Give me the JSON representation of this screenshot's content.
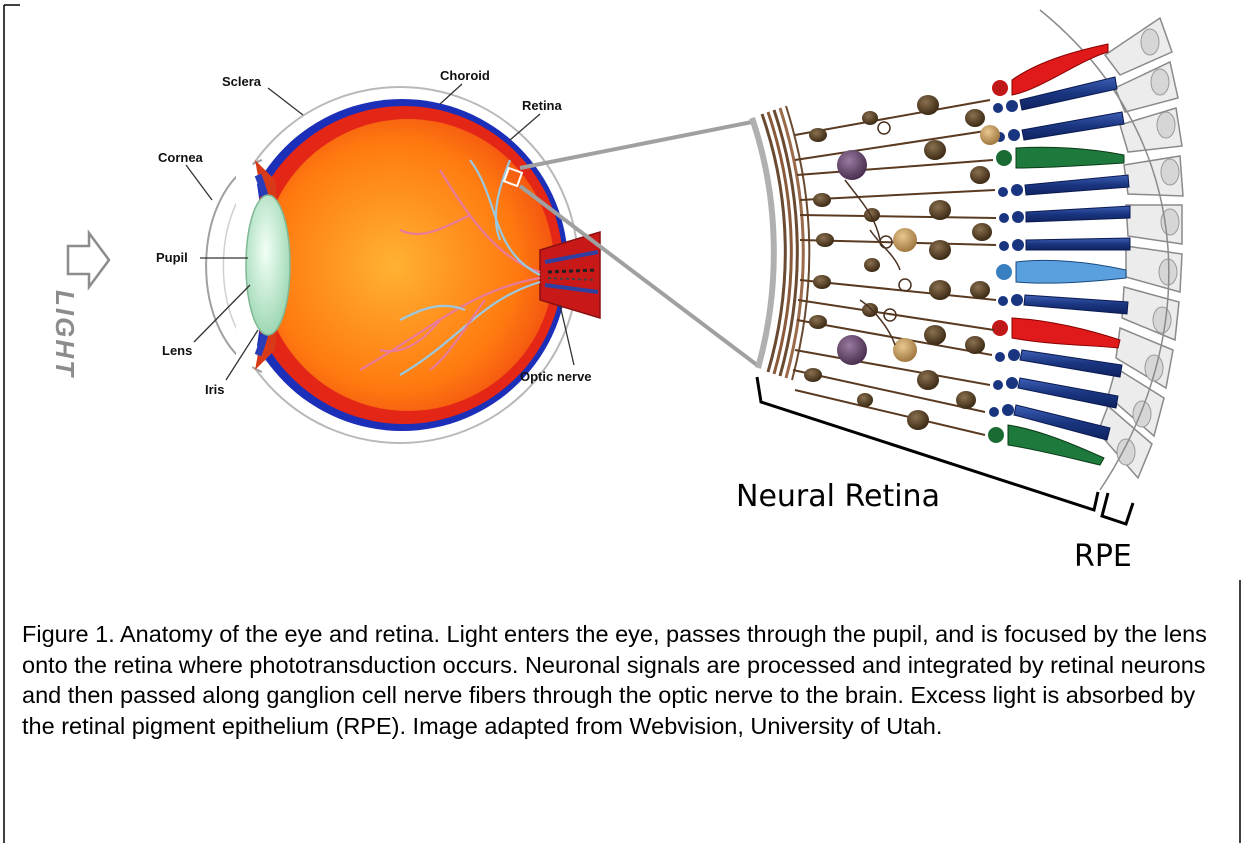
{
  "eye_labels": {
    "sclera": "Sclera",
    "choroid": "Choroid",
    "retina": "Retina",
    "cornea": "Cornea",
    "pupil": "Pupil",
    "lens": "Lens",
    "iris": "Iris",
    "optic_nerve": "Optic nerve"
  },
  "light_label": "LIGHT",
  "retina_labels": {
    "neural_retina": "Neural Retina",
    "rpe": "RPE"
  },
  "caption": "Figure 1. Anatomy of the eye and retina. Light enters the eye, passes through the pupil, and is focused by the lens onto the retina where phototransduction occurs. Neuronal signals are processed and integrated by retinal neurons and then passed along ganglion cell nerve fibers through the optic nerve to the brain. Excess light is absorbed by the retinal pigment epithelium (RPE). Image adapted from Webvision, University of Utah.",
  "colors": {
    "sclera_outline": "#b9b9b9",
    "choroid": "#1c2fb8",
    "retina": "#e32616",
    "vitreous": "#ff8a12",
    "lens": "#bfe6cc",
    "nerve": "#c81818",
    "vessel": "#e87a9a",
    "rod": "#1f3f8f",
    "cone_red": "#e01a1a",
    "cone_green": "#1e7a3c",
    "cone_blue": "#5aa0de",
    "neuron": "#6b4a2a"
  }
}
